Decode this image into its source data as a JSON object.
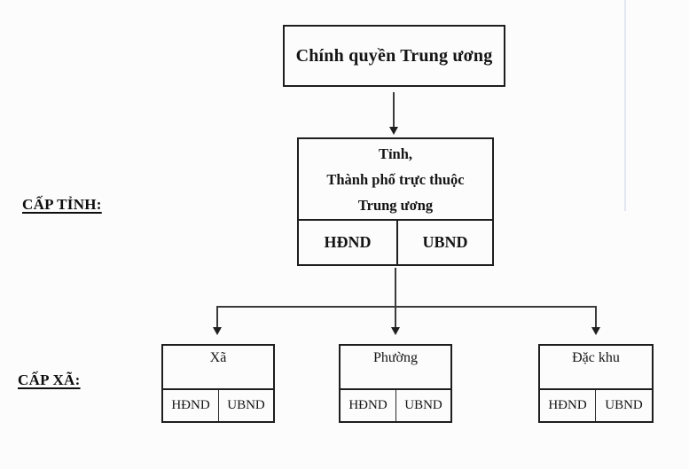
{
  "diagram": {
    "background": "#fcfcfd",
    "line_color": "#1e1e1e",
    "top_box": {
      "label": "Chính quyền Trung ương"
    },
    "level_labels": {
      "province": "CẤP TỈNH:",
      "commune": "CẤP XÃ:"
    },
    "province_box": {
      "title_lines": [
        "Tỉnh,",
        "Thành phố trực thuộc",
        "Trung ương"
      ],
      "cells": [
        "HĐND",
        "UBND"
      ]
    },
    "commune_boxes": [
      {
        "title": "Xã",
        "cells": [
          "HĐND",
          "UBND"
        ]
      },
      {
        "title": "Phường",
        "cells": [
          "HĐND",
          "UBND"
        ]
      },
      {
        "title": "Đặc khu",
        "cells": [
          "HĐND",
          "UBND"
        ]
      }
    ]
  }
}
